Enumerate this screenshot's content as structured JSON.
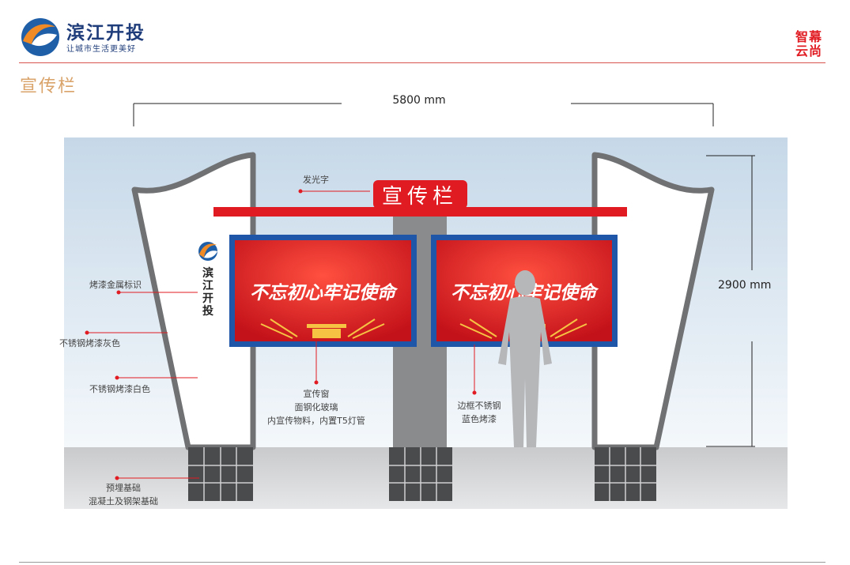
{
  "header": {
    "logo_name": "滨江开投",
    "logo_slogan": "让城市生活更美好",
    "brand": "智幕云尚"
  },
  "page_title": "宣传栏",
  "dimensions": {
    "width_label": "5800 mm",
    "height_label": "2900 mm"
  },
  "sign": {
    "title": "宣传栏",
    "side_logo_text": "滨江开投",
    "panel_slogan": "不忘初心牢记使命"
  },
  "callouts": {
    "glow_text": "发光字",
    "metal_logo": "烤漆金属标识",
    "steel_gray": "不锈钢烤漆灰色",
    "steel_white": "不锈钢烤漆白色",
    "foundation": [
      "预埋基础",
      "混凝土及钢架基础"
    ],
    "window": [
      "宣传窗",
      "面钢化玻璃",
      "内宣传物料，内置T5灯管"
    ],
    "frame": [
      "边框不锈钢",
      "蓝色烤漆"
    ]
  },
  "colors": {
    "accent_red": "#e11b22",
    "frame_blue": "#1f56a8",
    "title_gold": "#d9a36a",
    "pillar_gray": "#8a8b8d"
  }
}
